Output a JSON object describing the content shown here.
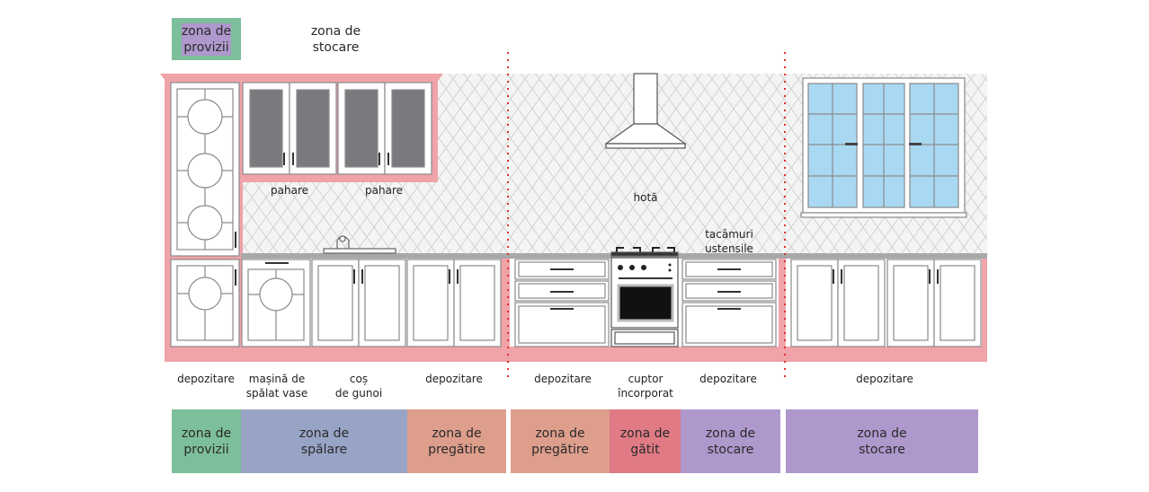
{
  "colors": {
    "provizii": "#7dbf9a",
    "stocare": "#ae98cc",
    "spalare": "#98a4c6",
    "pregatire": "#de9e8c",
    "gatit": "#e07a84",
    "frame": "#f0a3a8",
    "cabinet_stroke": "#8a8a8a",
    "glass": "#7a7a7e",
    "window_glass": "#a9d8f2",
    "divider": "#e03030"
  },
  "top_zones": [
    {
      "name": "zona de\nprovizii",
      "color": "#7dbf9a"
    },
    {
      "name": "zona de\nstocare",
      "color": "#ae98cc"
    }
  ],
  "upper_labels": {
    "glasses_left": "pahare",
    "glasses_right": "pahare",
    "hood": "hotă",
    "cutlery": "tacâmuri\nustensile"
  },
  "bottom_labels": [
    "depozitare",
    "mașină de\nspălat vase",
    "coș\nde gunoi",
    "depozitare",
    "depozitare",
    "cuptor\nîncorporat",
    "depozitare",
    "depozitare"
  ],
  "bottom_zones": [
    {
      "name": "zona de\nprovizii",
      "color": "#7dbf9a"
    },
    {
      "name": "zona de\nspălare",
      "color": "#98a4c6"
    },
    {
      "name": "zona de\npregătire",
      "color": "#de9e8c"
    },
    {
      "name": "zona de\npregătire",
      "color": "#de9e8c"
    },
    {
      "name": "zona de\ngătit",
      "color": "#e07a84"
    },
    {
      "name": "zona de\nstocare",
      "color": "#ae98cc"
    },
    {
      "name": "zona de\nstocare",
      "color": "#ae98cc"
    }
  ]
}
